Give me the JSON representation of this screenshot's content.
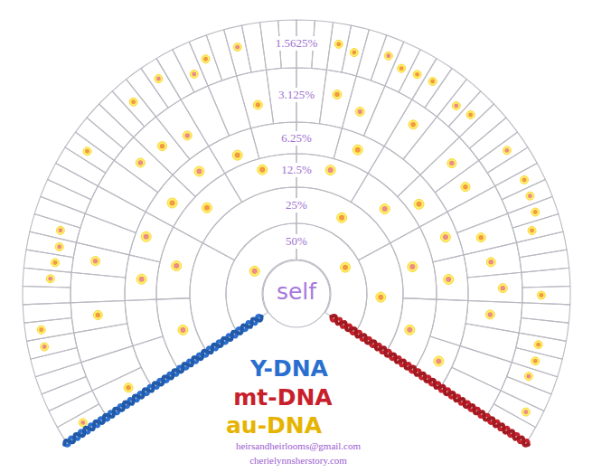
{
  "diagram": {
    "nodes": [
      {
        "text": [
          "self"
        ]
      }
    ],
    "labels": [
      "1.5625%",
      "3.125%",
      "6.25%",
      "12.5%",
      "25%",
      "50%",
      "Y-DNA",
      "mt-DNA",
      "au-DNA",
      "heirsandheirlooms@gmail.com",
      "cherielynnsherstory.com"
    ]
  }
}
